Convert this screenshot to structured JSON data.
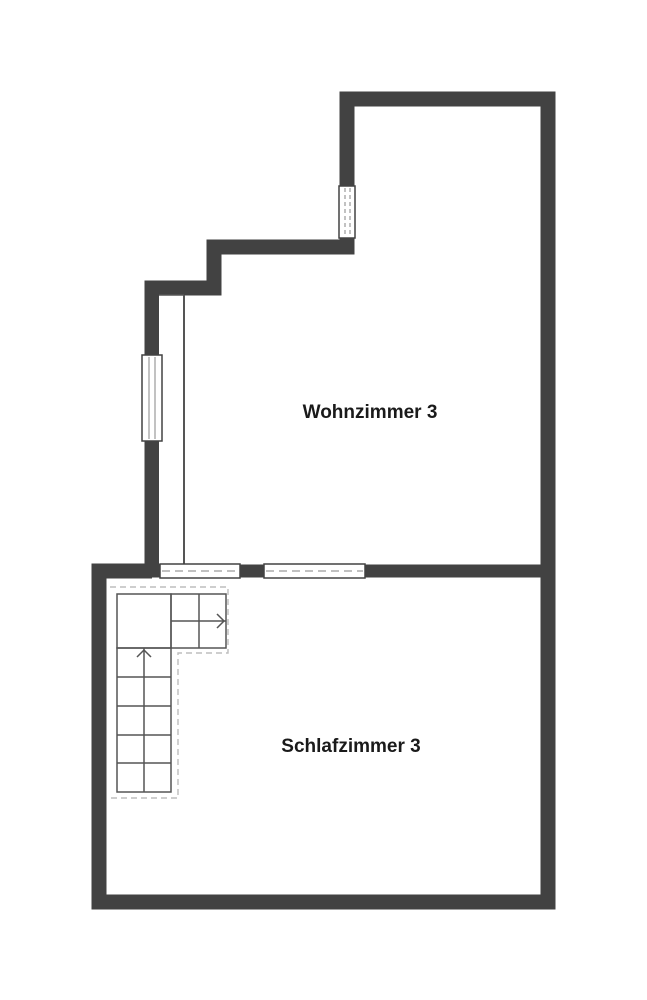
{
  "floorplan": {
    "rooms": [
      {
        "id": "living",
        "label": "Wohnzimmer 3"
      },
      {
        "id": "bedroom",
        "label": "Schlafzimmer 3"
      }
    ],
    "colors": {
      "wall": "#424242",
      "background": "#ffffff",
      "window_line": "#9a9a9a",
      "stair_line": "#555555",
      "dashed_outline": "#bdbdbd"
    },
    "symbols": [
      "window",
      "window",
      "door-opening",
      "door-opening",
      "staircase",
      "stair-direction-arrow",
      "stair-direction-arrow"
    ]
  }
}
